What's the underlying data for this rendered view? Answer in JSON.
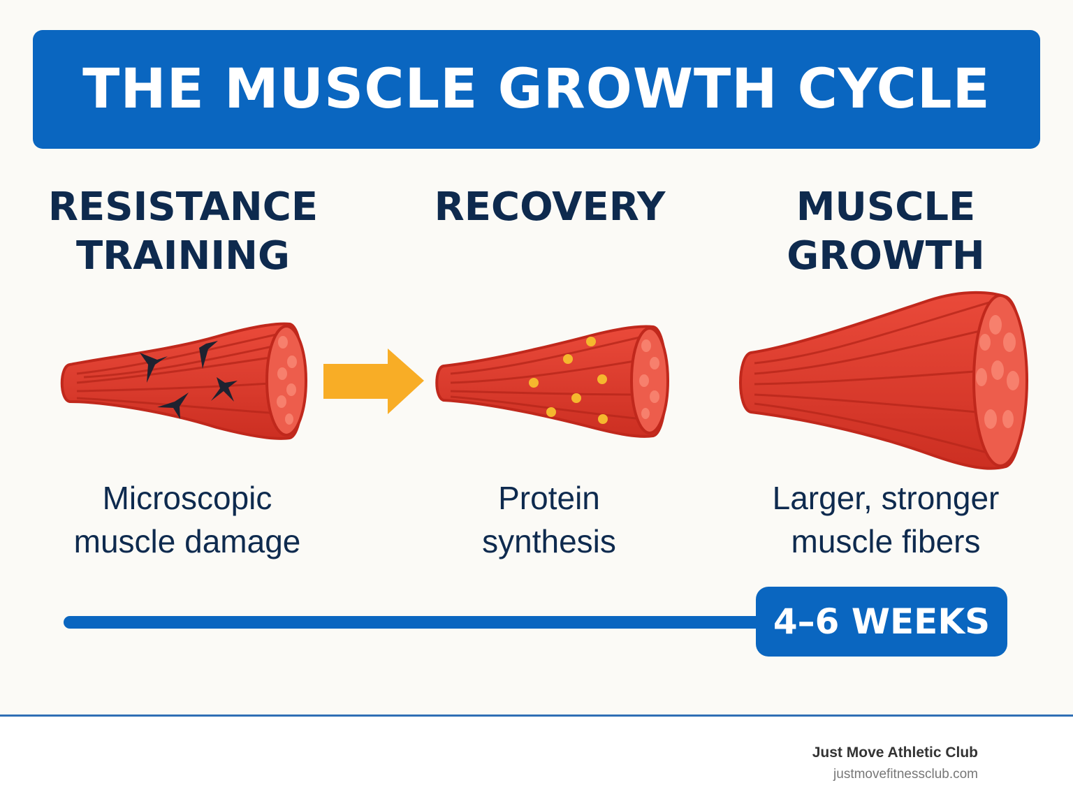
{
  "header": {
    "title": "THE MUSCLE GROWTH CYCLE"
  },
  "steps": [
    {
      "title_line1": "RESISTANCE",
      "title_line2": "TRAINING",
      "desc_line1": "Microscopic",
      "desc_line2": "muscle damage",
      "illustration": "damaged-muscle-icon"
    },
    {
      "title_line1": "RECOVERY",
      "title_line2": "",
      "desc_line1": "Protein",
      "desc_line2": "synthesis",
      "illustration": "repairing-muscle-icon"
    },
    {
      "title_line1": "MUSCLE",
      "title_line2": "GROWTH",
      "desc_line1": "Larger, stronger",
      "desc_line2": "muscle fibers",
      "illustration": "grown-muscle-icon"
    }
  ],
  "timeline": {
    "duration": "4–6 WEEKS"
  },
  "footer": {
    "brand": "Just Move Athletic Club",
    "url": "justmovefitnessclub.com"
  },
  "colors": {
    "primary": "#0a66c0",
    "text": "#0e2a4e",
    "muscle": "#e0392b",
    "arrow": "#f8ad26",
    "dot": "#f5b82e"
  }
}
